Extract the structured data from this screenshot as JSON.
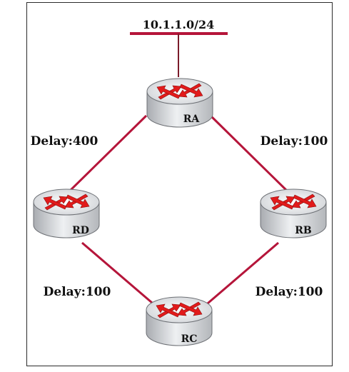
{
  "network": {
    "subnet": "10.1.1.0/24"
  },
  "routers": {
    "ra": {
      "name": "RA"
    },
    "rb": {
      "name": "RB"
    },
    "rc": {
      "name": "RC"
    },
    "rd": {
      "name": "RD"
    }
  },
  "links": {
    "ra_rd": {
      "label": "Delay:400"
    },
    "ra_rb": {
      "label": "Delay:100"
    },
    "rd_rc": {
      "label": "Delay:100"
    },
    "rb_rc": {
      "label": "Delay:100"
    }
  },
  "colors": {
    "link": "#b5153a",
    "router_top": "#e7e8ea",
    "router_side": "#c9cbcf",
    "arrow": "#e21b1b"
  }
}
